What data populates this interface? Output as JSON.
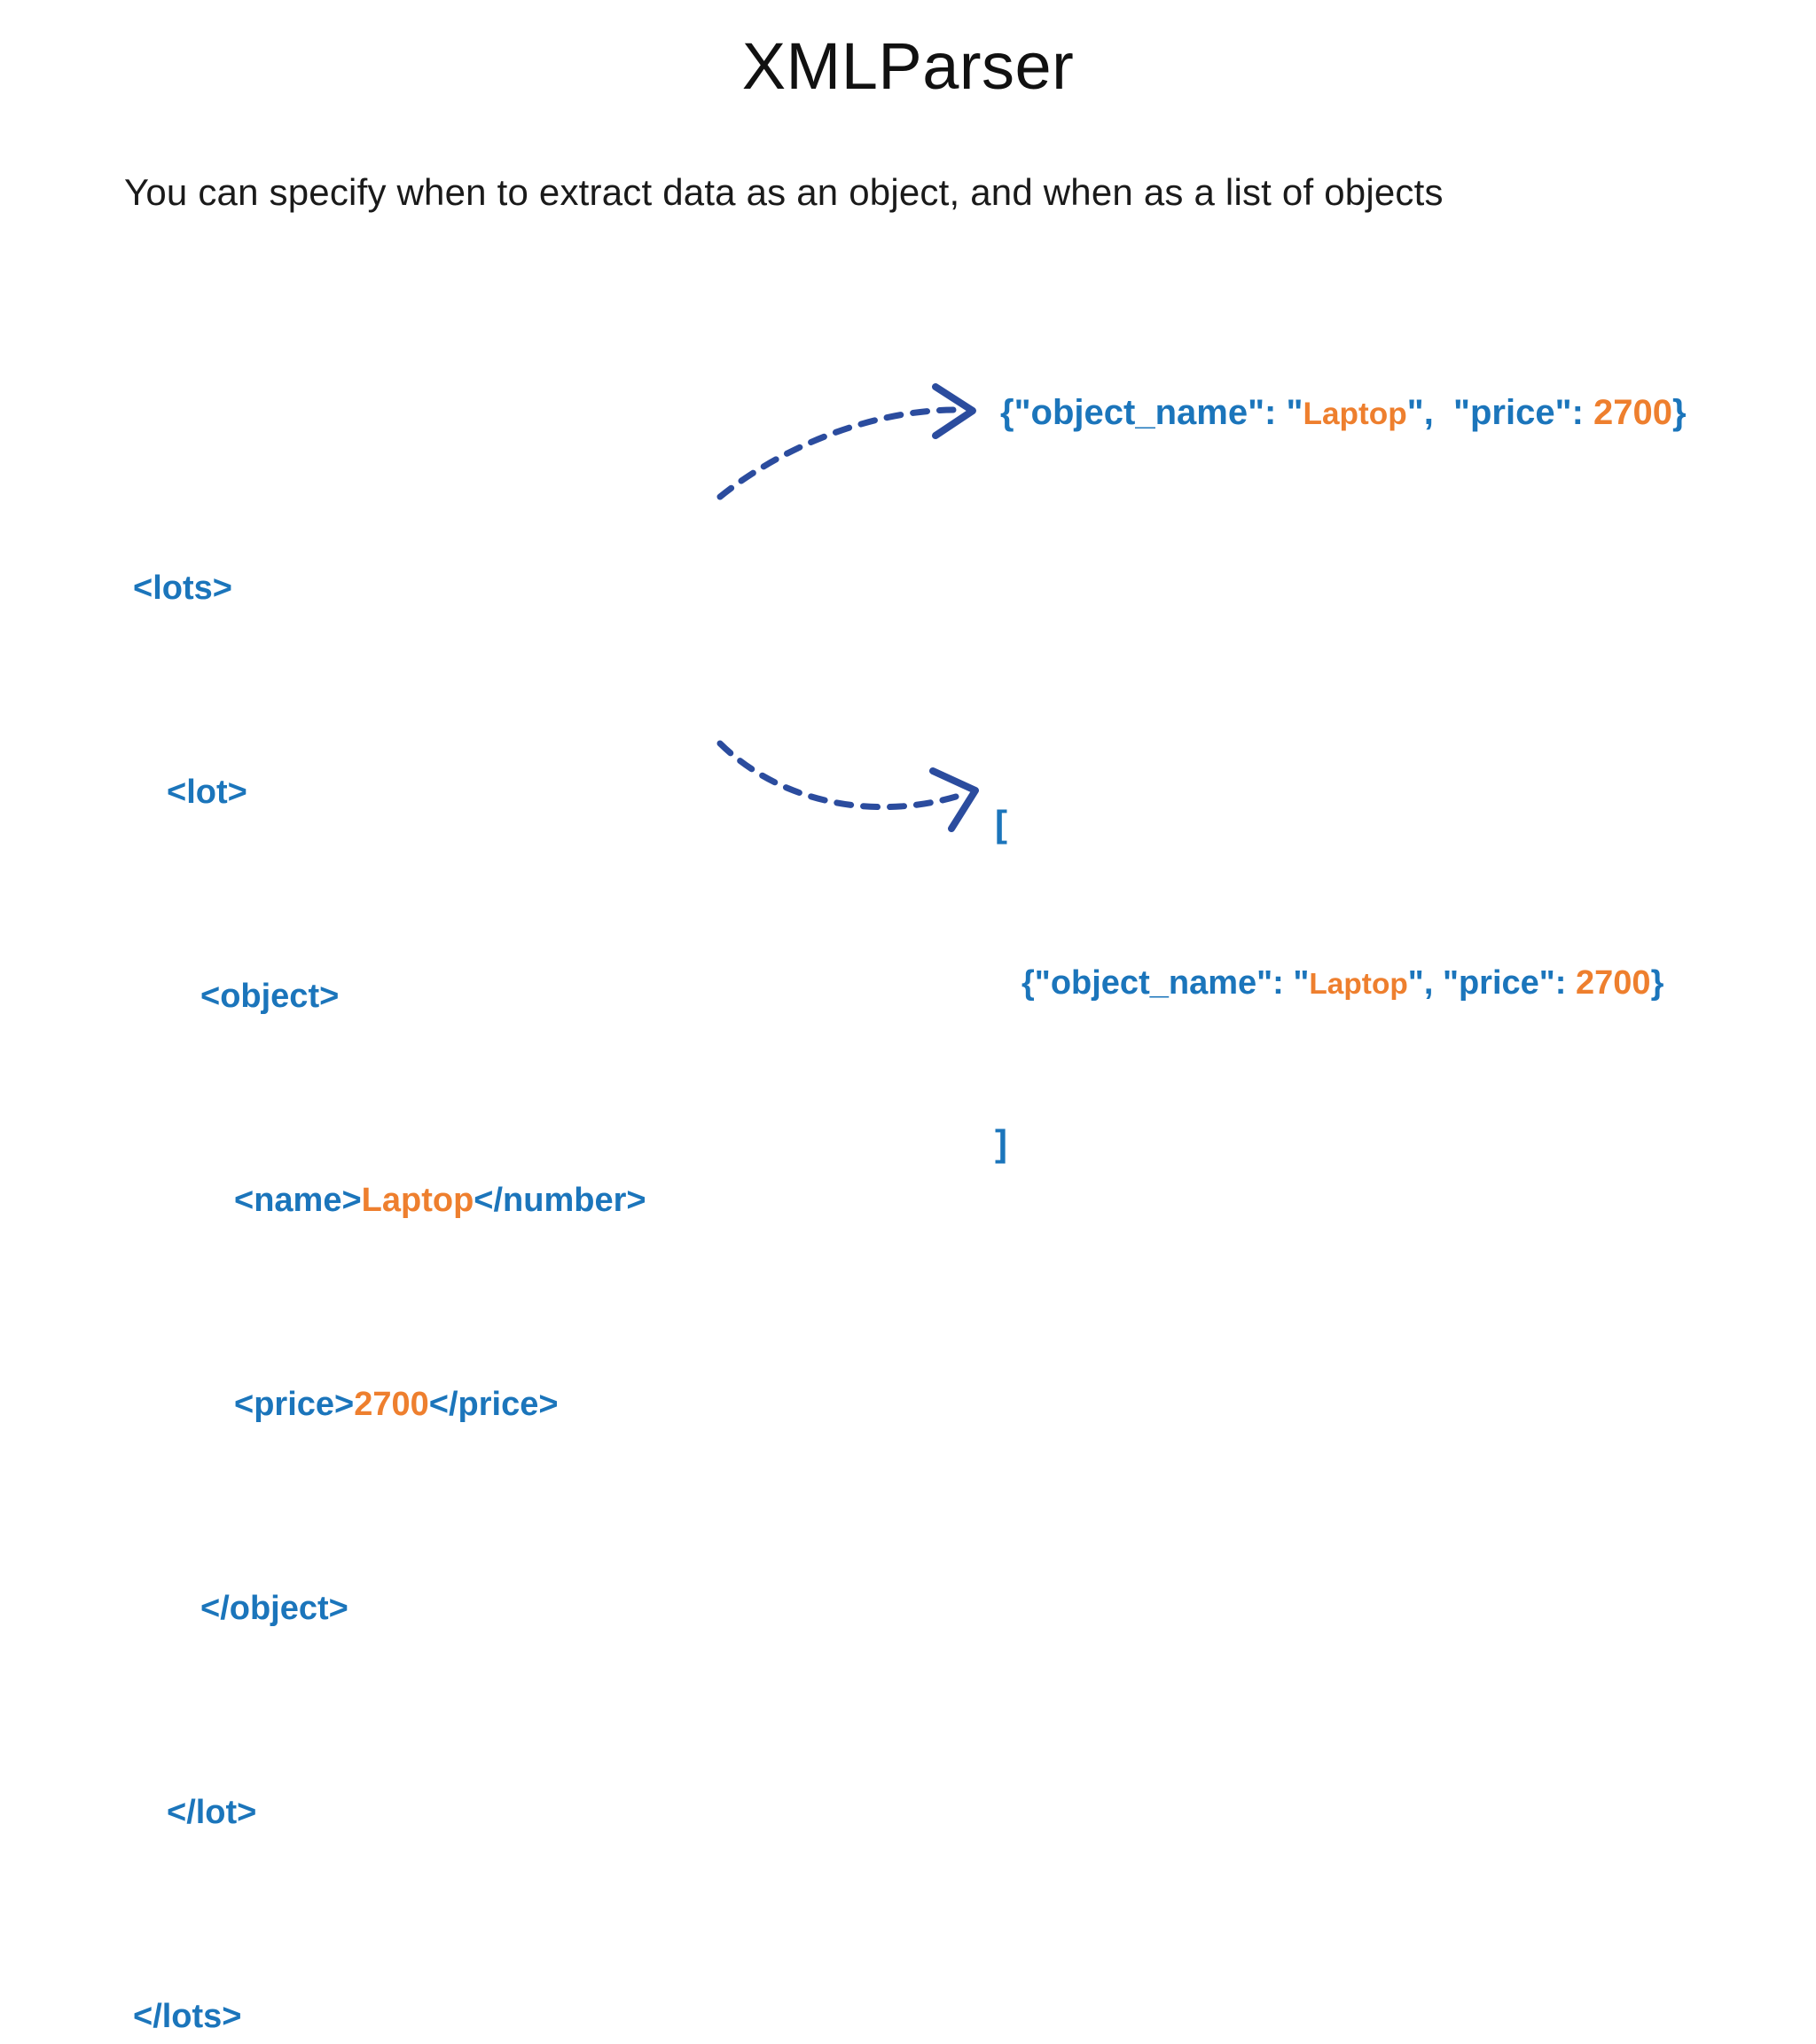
{
  "slide": {
    "title": "XMLParser",
    "subtitle": "You can specify when to extract data as an object, and when as a list of objects"
  },
  "colors": {
    "tag_blue": "#1b75BB",
    "value_orange": "#EE7F2E",
    "arrow_navy": "#2B4C9E",
    "text_black": "#111111",
    "background": "#FFFFFF"
  },
  "xml_block": {
    "lines": [
      {
        "indent": 0,
        "parts": [
          {
            "kind": "tag",
            "text": "<lots>"
          }
        ]
      },
      {
        "indent": 1,
        "parts": [
          {
            "kind": "tag",
            "text": "<lot>"
          }
        ]
      },
      {
        "indent": 2,
        "parts": [
          {
            "kind": "tag",
            "text": "<object>"
          }
        ]
      },
      {
        "indent": 3,
        "parts": [
          {
            "kind": "tag",
            "text": "<name>"
          },
          {
            "kind": "value",
            "text": "Laptop"
          },
          {
            "kind": "tag",
            "text": "</number>"
          }
        ]
      },
      {
        "indent": 3,
        "parts": [
          {
            "kind": "tag",
            "text": "<price>"
          },
          {
            "kind": "value",
            "text": "2700"
          },
          {
            "kind": "tag",
            "text": "</price>"
          }
        ]
      },
      {
        "indent": 2,
        "parts": [
          {
            "kind": "tag",
            "text": "</object>"
          }
        ]
      },
      {
        "indent": 1,
        "parts": [
          {
            "kind": "tag",
            "text": "</lot>"
          }
        ]
      },
      {
        "indent": 0,
        "parts": [
          {
            "kind": "tag",
            "text": "</lots>"
          }
        ]
      }
    ],
    "flat_text": "<lots>\n  <lot>\n    <object>\n      <name>Laptop</number>\n      <price>2700</price>\n    </object>\n  </lot>\n</lots>"
  },
  "outputs": {
    "object_output": {
      "open_brace": "{",
      "key_object_name": "\"object_name\": ",
      "quote": "\"",
      "value_object_name": "Laptop",
      "separator": ",  ",
      "key_price": "\"price\": ",
      "value_price": "2700",
      "close_brace": "}",
      "full_text": "{\"object_name\": \"Laptop\",  \"price\": 2700}"
    },
    "list_output": {
      "open_bracket": "[",
      "close_bracket": "]",
      "item": {
        "open_brace": "{",
        "key_object_name": "\"object_name\": ",
        "quote": "\"",
        "value_object_name": "Laptop",
        "separator": ", ",
        "key_price": "\"price\": ",
        "value_price": "2700",
        "close_brace": "}"
      },
      "full_text": "[\n  {\"object_name\": \"Laptop\", \"price\": 2700}\n]"
    }
  },
  "arrows": [
    {
      "name": "arrow-to-object-output",
      "style": "dashed-curve",
      "direction": "left-to-right-upward"
    },
    {
      "name": "arrow-to-list-output",
      "style": "dashed-curve",
      "direction": "left-to-right-downward"
    }
  ]
}
